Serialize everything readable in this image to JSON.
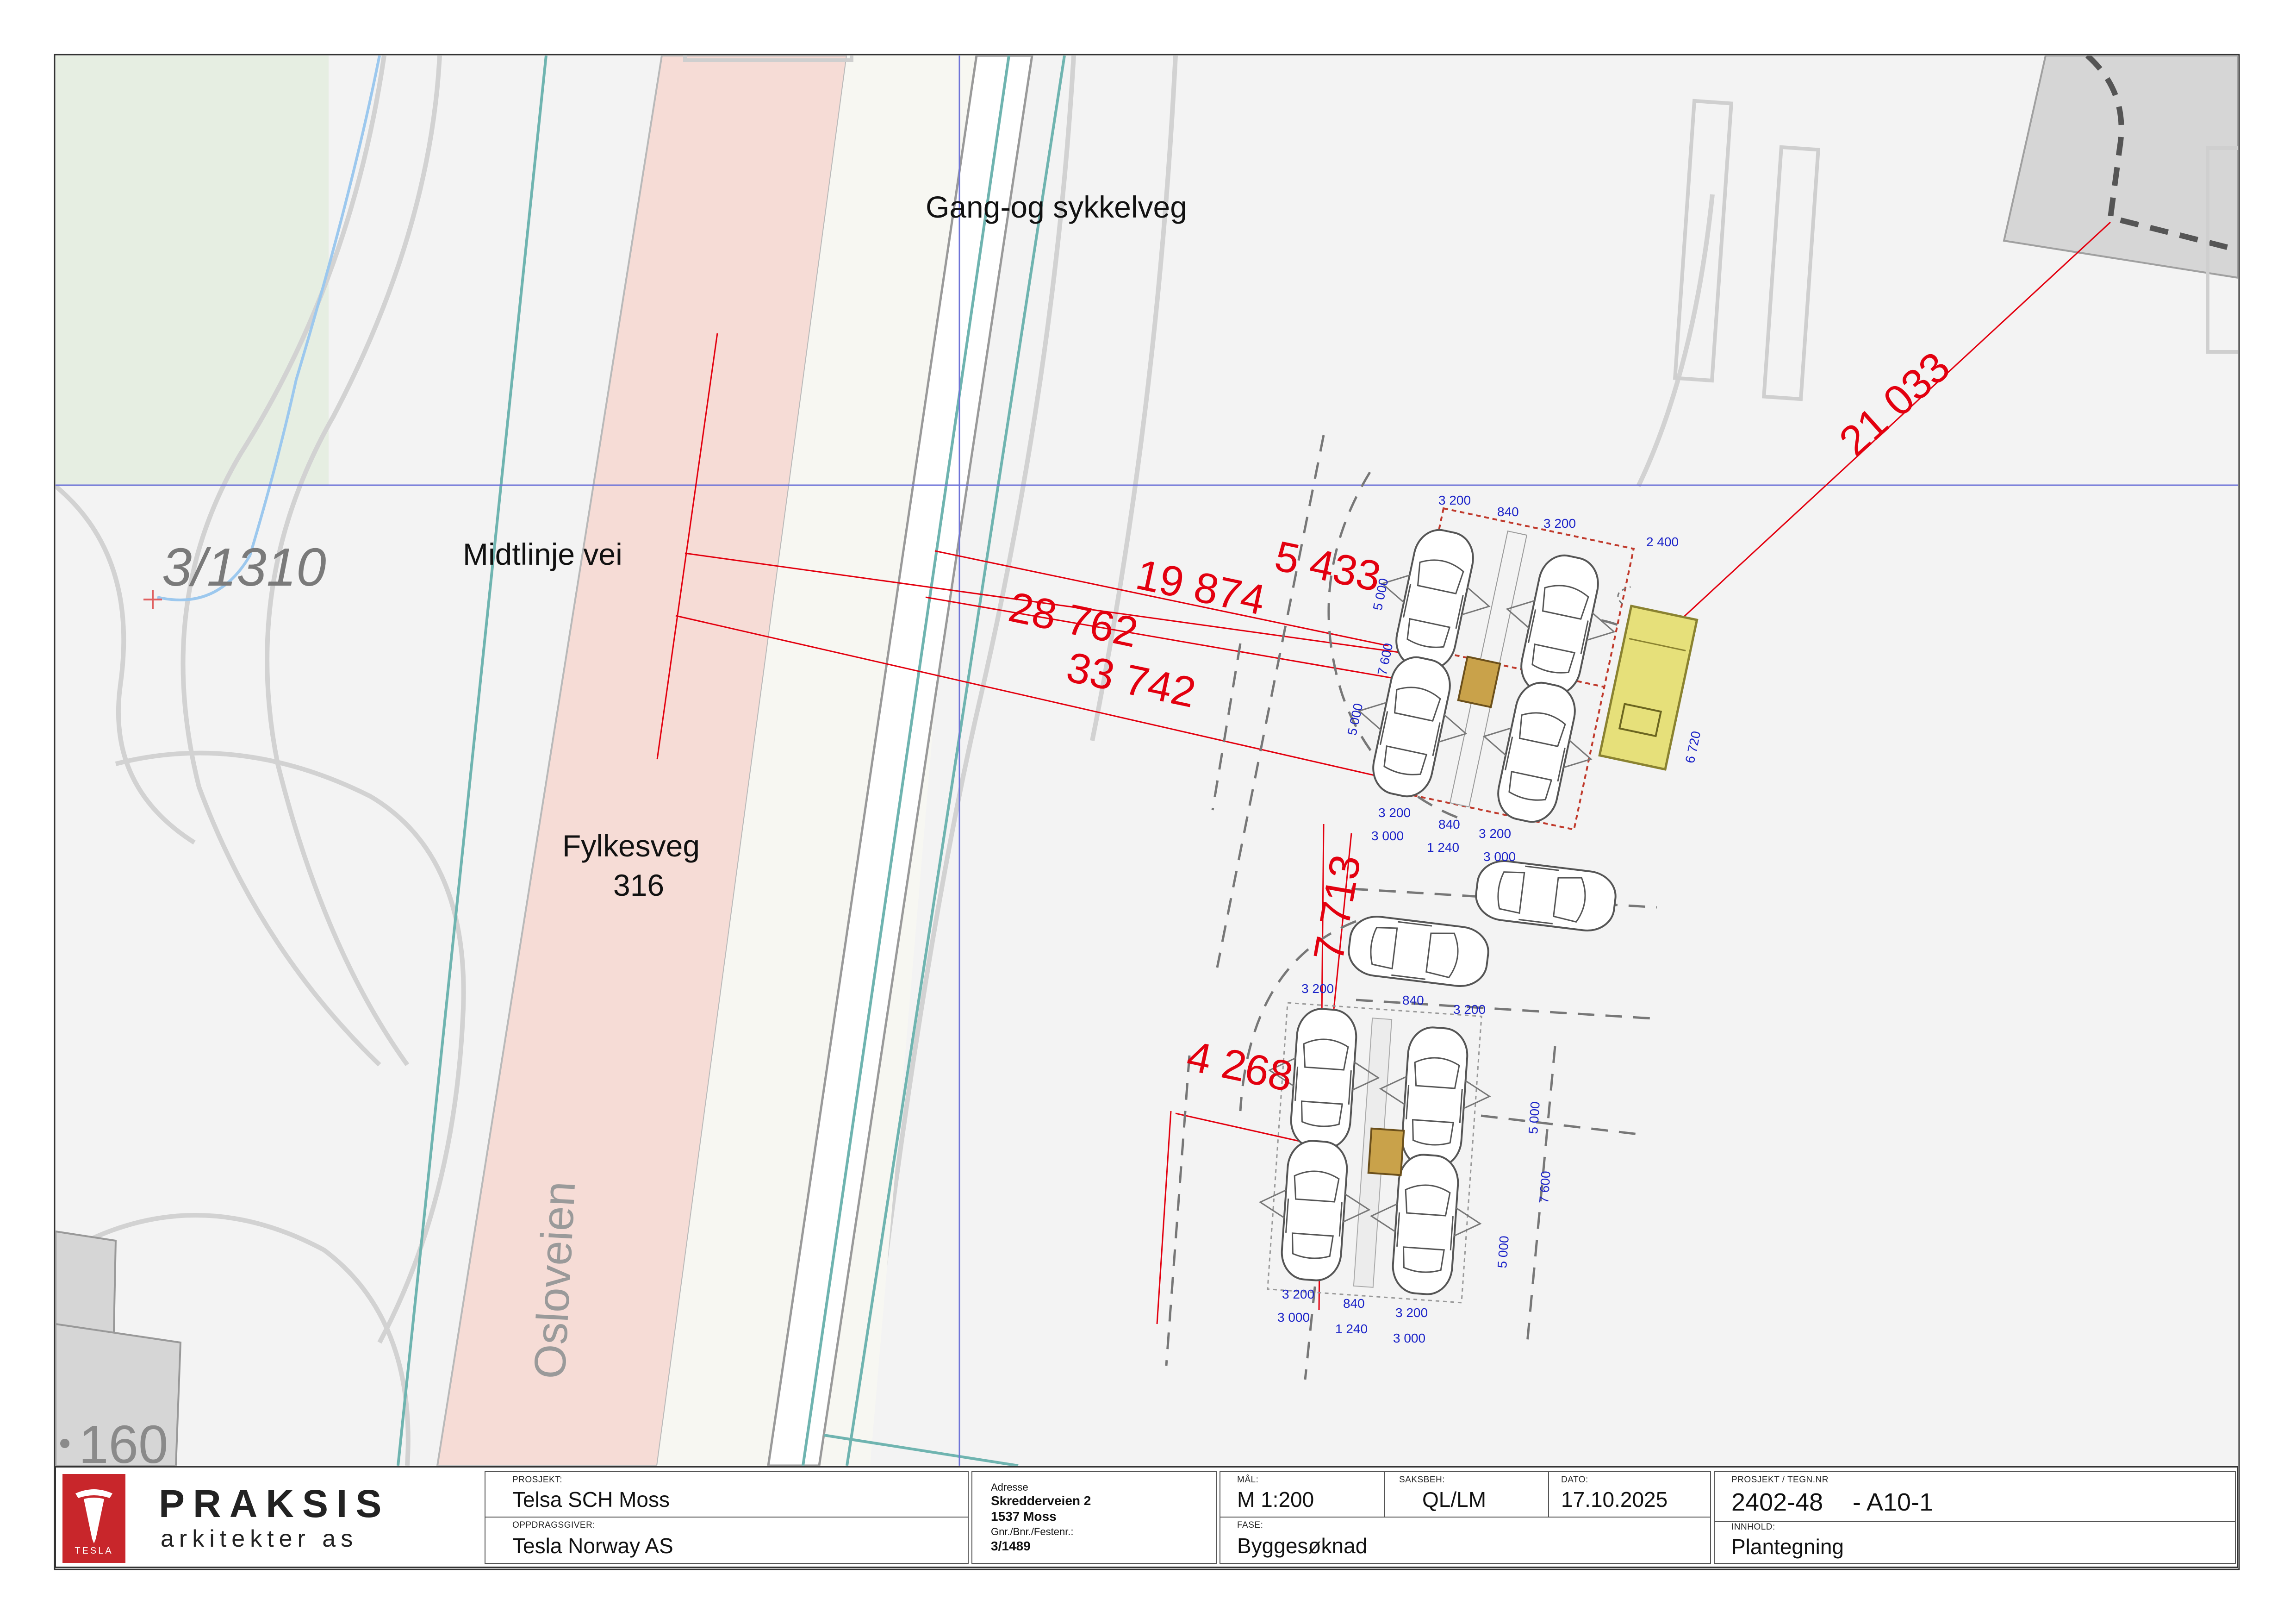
{
  "labels": {
    "gang_sykkel": "Gang-og sykkelveg",
    "midtlinje": "Midtlinje vei",
    "fylkesveg_1": "Fylkesveg",
    "fylkesveg_2": "316",
    "osloveien": "Osloveien",
    "parcel": "3/1310",
    "elevation": "160"
  },
  "dimensions_red": [
    "21 033",
    "5 433",
    "19 874",
    "28 762",
    "33 742",
    "7 713",
    "4 268"
  ],
  "dimensions_blue": {
    "top_a": "3 200",
    "top_b": "840",
    "top_c": "3 200",
    "top_d": "2 400",
    "side_5000_a": "5 000",
    "side_7600_a": "7 600",
    "side_5000_b": "5 000",
    "yellow_6720": "6 720",
    "mid_a": "3 200",
    "mid_b": "840",
    "mid_c": "3 200",
    "mid_d": "3 000",
    "mid_e": "1 240",
    "mid_f": "3 000",
    "low_a": "3 200",
    "low_b": "840",
    "low_c": "3 200",
    "low_side_5000_a": "5 000",
    "low_side_7600": "7 600",
    "low_side_5000_b": "5 000",
    "bot_a": "3 200",
    "bot_b": "840",
    "bot_c": "3 200",
    "bot_d": "3 000",
    "bot_e": "1 240",
    "bot_f": "3 000"
  },
  "titleblock": {
    "brand": "PRAKSIS",
    "brand_sub": "arkitekter as",
    "logo_text": "TESLA",
    "prosjekt_label": "PROSJEKT:",
    "prosjekt": "Telsa SCH Moss",
    "oppdragsgiver_label": "OPPDRAGSGIVER:",
    "oppdragsgiver": "Tesla Norway AS",
    "adresse_label": "Adresse",
    "adresse_1": "Skredderveien 2",
    "adresse_2": "1537 Moss",
    "gnr_label": "Gnr./Bnr./Festenr.:",
    "gnr": "3/1489",
    "maal_label": "MÅL:",
    "maal": "M 1:200",
    "saksbeh_label": "SAKSBEH:",
    "saksbeh": "QL/LM",
    "dato_label": "DATO:",
    "dato": "17.10.2025",
    "fase_label": "FASE:",
    "fase": "Byggesøknad",
    "tegnnr_label": "PROSJEKT / TEGN.NR",
    "tegnnr_a": "2402-48",
    "tegnnr_b": "- A10-1",
    "innhold_label": "INNHOLD:",
    "innhold": "Plantegning"
  },
  "colors": {
    "road": "#f6dcd6",
    "green_area": "#e6eee2",
    "parcel_line": "#6fb4b0",
    "dim_red": "#e3000f",
    "dim_blue": "#1a22c8",
    "building": "#d6d6d6",
    "transformer": "#e6e07a",
    "cabinet": "#c9a24a",
    "logo": "#c8262b"
  }
}
